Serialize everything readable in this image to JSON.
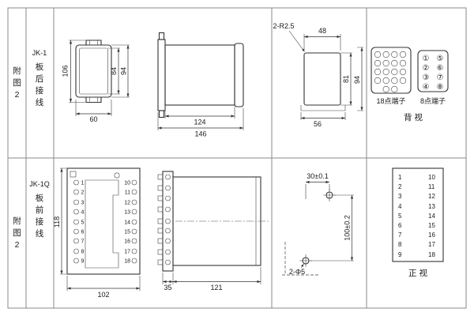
{
  "sheet": {
    "row1": {
      "fig_label": [
        "附",
        "图",
        "2"
      ],
      "model": "JK-1",
      "wiring": [
        "板",
        "后",
        "接",
        "线"
      ],
      "front_view": {
        "dim_left": "106",
        "dim_inner": "84",
        "dim_outer": "94",
        "dim_bottom": "60"
      },
      "side_view": {
        "dim_body": "124",
        "dim_total": "146"
      },
      "cutout": {
        "radius_note": "2-R2.5",
        "dim_top": "48",
        "dim_inner": "81",
        "dim_outer": "94",
        "dim_bottom": "56"
      },
      "terminals": {
        "t18_label": "18点端子",
        "t8_label": "8点端子",
        "view_label": "背  视",
        "t8_cells": [
          "①",
          "⑤",
          "②",
          "⑥",
          "③",
          "⑦",
          "④",
          "⑧"
        ]
      }
    },
    "row2": {
      "fig_label": [
        "附",
        "图",
        "2"
      ],
      "model": "JK-1Q",
      "wiring": [
        "板",
        "前",
        "接",
        "线"
      ],
      "front_view": {
        "dim_left": "118",
        "dim_bottom": "102",
        "left_terms": [
          "1",
          "2",
          "3",
          "4",
          "5",
          "6",
          "7",
          "8",
          "9"
        ],
        "right_terms": [
          "10",
          "11",
          "12",
          "13",
          "14",
          "15",
          "16",
          "17",
          "18"
        ]
      },
      "side_view": {
        "dim_block": "35",
        "dim_body": "121"
      },
      "drill": {
        "dim_top": "30±0.1",
        "dim_right": "100±0.2",
        "hole_note": "2-Φ5"
      },
      "table": {
        "left": [
          "1",
          "2",
          "3",
          "4",
          "5",
          "6",
          "7",
          "8",
          "9"
        ],
        "right": [
          "10",
          "11",
          "12",
          "13",
          "14",
          "15",
          "16",
          "17",
          "18"
        ],
        "view_label": "正  视"
      }
    }
  }
}
